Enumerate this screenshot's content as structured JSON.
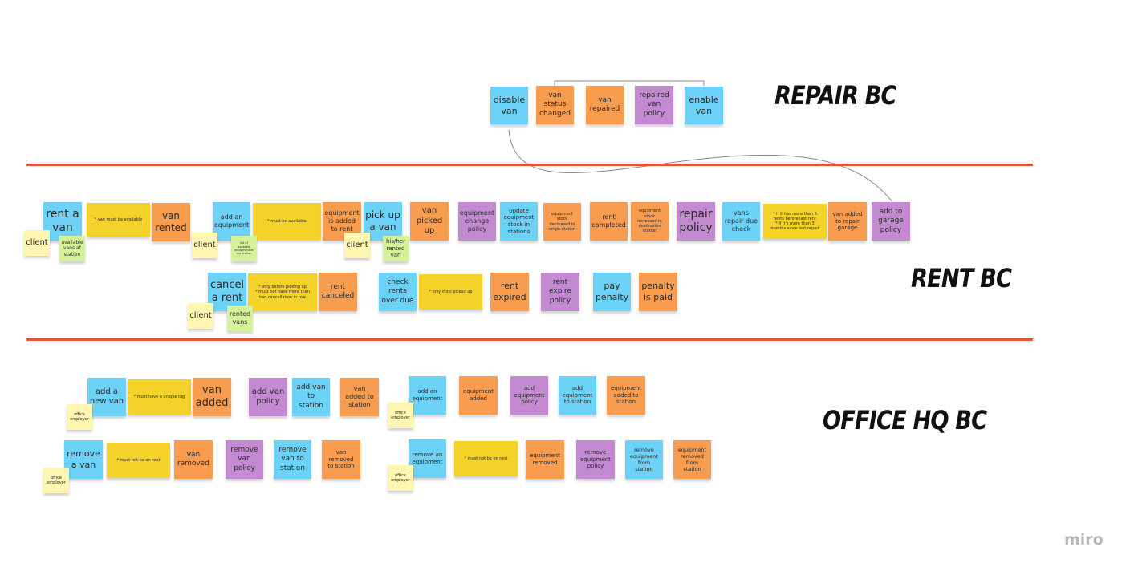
{
  "board": {
    "brand": "miro",
    "sections": {
      "repair": "REPAIR BC",
      "rent": "RENT BC",
      "office": "OFFICE HQ BC"
    },
    "colors": {
      "divider": "#e5533a",
      "command": "#6cd2f7",
      "event": "#f89c4f",
      "policy": "#c38ad2",
      "rule": "#f5d22a",
      "actor": "#fff6b2",
      "readmodel": "#d4f29a"
    }
  },
  "stickies": [
    {
      "text": "disable\nvan",
      "color": "blue"
    },
    {
      "text": "van\nstatus\nchanged",
      "color": "orange"
    },
    {
      "text": "van\nrepaired",
      "color": "orange"
    },
    {
      "text": "repaired\nvan\npolicy",
      "color": "purple"
    },
    {
      "text": "enable\nvan",
      "color": "blue"
    },
    {
      "text": "rent a\nvan",
      "color": "blue"
    },
    {
      "text": "* van must be available",
      "color": "yellow"
    },
    {
      "text": "van\nrented",
      "color": "orange"
    },
    {
      "text": "client",
      "color": "lightyellow"
    },
    {
      "text": "available\nvans at\nstation",
      "color": "green"
    },
    {
      "text": "add an\nequipment",
      "color": "blue"
    },
    {
      "text": "* must be available",
      "color": "yellow"
    },
    {
      "text": "equipment\nis added\nto rent",
      "color": "orange"
    },
    {
      "text": "pick up\na van",
      "color": "blue"
    },
    {
      "text": "client",
      "color": "lightyellow"
    },
    {
      "text": "list of\navailable\nequipment at\nthe station",
      "color": "green"
    },
    {
      "text": "client",
      "color": "lightyellow"
    },
    {
      "text": "his/her\nrented\nvan",
      "color": "green"
    },
    {
      "text": "van\npicked\nup",
      "color": "orange"
    },
    {
      "text": "equipment\nchange\npolicy",
      "color": "purple"
    },
    {
      "text": "update\nequipment\nstock in\nstations",
      "color": "blue"
    },
    {
      "text": "equipment\nstock\ndecreased in\norigin station",
      "color": "orange"
    },
    {
      "text": "rent\ncompleted",
      "color": "orange"
    },
    {
      "text": "equipment\nstock\nincreased in\ndestination\nstation",
      "color": "orange"
    },
    {
      "text": "repair\npolicy",
      "color": "purple"
    },
    {
      "text": "vans\nrepair due\ncheck",
      "color": "blue"
    },
    {
      "text": "* if it has more than 5\nrents before last rent\n* if it's more than 3\nmonths since last repair",
      "color": "yellow"
    },
    {
      "text": "van added\nto repair\ngarage",
      "color": "orange"
    },
    {
      "text": "add to\ngarage\npolicy",
      "color": "purple"
    },
    {
      "text": "cancel\na rent",
      "color": "blue"
    },
    {
      "text": "* only before picking up\n* must not have more than\ntwo cancellation in row",
      "color": "yellow"
    },
    {
      "text": "rent\ncanceled",
      "color": "orange"
    },
    {
      "text": "client",
      "color": "lightyellow"
    },
    {
      "text": "rented\nvans",
      "color": "green"
    },
    {
      "text": "check\nrents\nover due",
      "color": "blue"
    },
    {
      "text": "* only if it's picked up",
      "color": "yellow"
    },
    {
      "text": "rent\nexpired",
      "color": "orange"
    },
    {
      "text": "rent\nexpire\npolicy",
      "color": "purple"
    },
    {
      "text": "pay\npenalty",
      "color": "blue"
    },
    {
      "text": "penalty\nis paid",
      "color": "orange"
    },
    {
      "text": "add a\nnew van",
      "color": "blue"
    },
    {
      "text": "* must have a unique tag",
      "color": "yellow"
    },
    {
      "text": "van\nadded",
      "color": "orange"
    },
    {
      "text": "office\nemployer",
      "color": "lightyellow"
    },
    {
      "text": "add van\npolicy",
      "color": "purple"
    },
    {
      "text": "add van\nto\nstation",
      "color": "blue"
    },
    {
      "text": "van\nadded to\nstation",
      "color": "orange"
    },
    {
      "text": "add an\nequipment",
      "color": "blue"
    },
    {
      "text": "equipment\nadded",
      "color": "orange"
    },
    {
      "text": "add\nequipment\npolicy",
      "color": "purple"
    },
    {
      "text": "add\nequipment\nto station",
      "color": "blue"
    },
    {
      "text": "equipment\nadded to\nstation",
      "color": "orange"
    },
    {
      "text": "office\nemployer",
      "color": "lightyellow"
    },
    {
      "text": "remove\na  van",
      "color": "blue"
    },
    {
      "text": "* must not be on rent",
      "color": "yellow"
    },
    {
      "text": "van\nremoved",
      "color": "orange"
    },
    {
      "text": "office\nemployer",
      "color": "lightyellow"
    },
    {
      "text": "remove\nvan\npolicy",
      "color": "purple"
    },
    {
      "text": "remove\nvan to\nstation",
      "color": "blue"
    },
    {
      "text": "van\nremoved\nto station",
      "color": "orange"
    },
    {
      "text": "remove an\nequipment",
      "color": "blue"
    },
    {
      "text": "* must not be on rent",
      "color": "yellow"
    },
    {
      "text": "equipment\nremoved",
      "color": "orange"
    },
    {
      "text": "remove\nequipment\npolicy",
      "color": "purple"
    },
    {
      "text": "remove\nequipment\nfrom\nstation",
      "color": "blue"
    },
    {
      "text": "equipment\nremoved\nfrom\nstation",
      "color": "orange"
    },
    {
      "text": "office\nemployer",
      "color": "lightyellow"
    }
  ]
}
